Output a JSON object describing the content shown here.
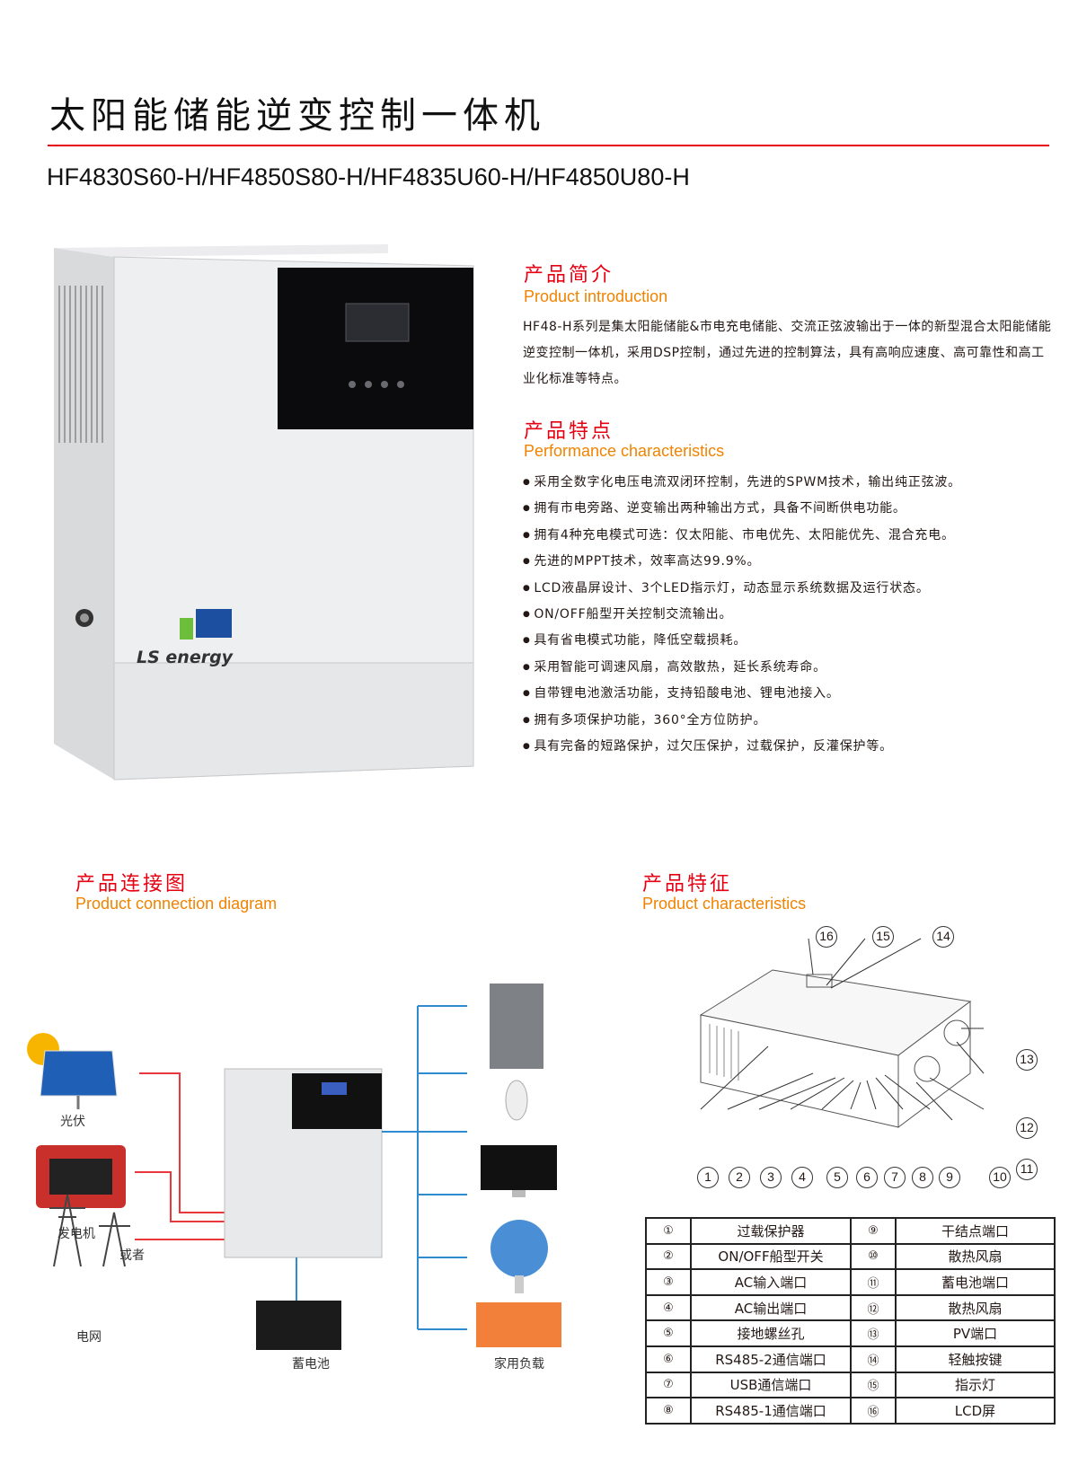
{
  "header": {
    "title": "太阳能储能逆变控制一体机",
    "models": "HF4830S60-H/HF4850S80-H/HF4835U60-H/HF4850U80-H"
  },
  "product_image": {
    "brand": "LS energy"
  },
  "intro": {
    "title_cn": "产品简介",
    "title_en": "Product introduction",
    "text": "HF48-H系列是集太阳能储能&市电充电储能、交流正弦波输出于一体的新型混合太阳能储能逆变控制一体机，采用DSP控制，通过先进的控制算法，具有高响应速度、高可靠性和高工业化标准等特点。"
  },
  "features": {
    "title_cn": "产品特点",
    "title_en": "Performance characteristics",
    "items": [
      "采用全数字化电压电流双闭环控制，先进的SPWM技术，输出纯正弦波。",
      "拥有市电旁路、逆变输出两种输出方式，具备不间断供电功能。",
      "拥有4种充电模式可选：仅太阳能、市电优先、太阳能优先、混合充电。",
      "先进的MPPT技术，效率高达99.9%。",
      "LCD液晶屏设计、3个LED指示灯，动态显示系统数据及运行状态。",
      "ON/OFF船型开关控制交流输出。",
      "具有省电模式功能，降低空载损耗。",
      "采用智能可调速风扇，高效散热，延长系统寿命。",
      "自带锂电池激活功能，支持铅酸电池、锂电池接入。",
      "拥有多项保护功能，360°全方位防护。",
      "具有完备的短路保护，过欠压保护，过载保护，反灌保护等。"
    ]
  },
  "connection": {
    "title_cn": "产品连接图",
    "title_en": "Product connection diagram",
    "labels": {
      "pv": "光伏",
      "generator": "发电机",
      "or": "或者",
      "grid": "电网",
      "battery": "蓄电池",
      "load": "家用负载"
    }
  },
  "characteristics": {
    "title_cn": "产品特征",
    "title_en": "Product characteristics",
    "callouts": [
      "1",
      "2",
      "3",
      "4",
      "5",
      "6",
      "7",
      "8",
      "9",
      "10",
      "11",
      "12",
      "13",
      "14",
      "15",
      "16"
    ],
    "table": [
      [
        "①",
        "过载保护器",
        "⑨",
        "干结点端口"
      ],
      [
        "②",
        "ON/OFF船型开关",
        "⑩",
        "散热风扇"
      ],
      [
        "③",
        "AC输入端口",
        "⑪",
        "蓄电池端口"
      ],
      [
        "④",
        "AC输出端口",
        "⑫",
        "散热风扇"
      ],
      [
        "⑤",
        "接地螺丝孔",
        "⑬",
        "PV端口"
      ],
      [
        "⑥",
        "RS485-2通信端口",
        "⑭",
        "轻触按键"
      ],
      [
        "⑦",
        "USB通信端口",
        "⑮",
        "指示灯"
      ],
      [
        "⑧",
        "RS485-1通信端口",
        "⑯",
        "LCD屏"
      ]
    ]
  },
  "colors": {
    "red": "#e60012",
    "orange": "#f08300",
    "wire_red": "#e8383d",
    "wire_blue": "#2e8bd0"
  }
}
